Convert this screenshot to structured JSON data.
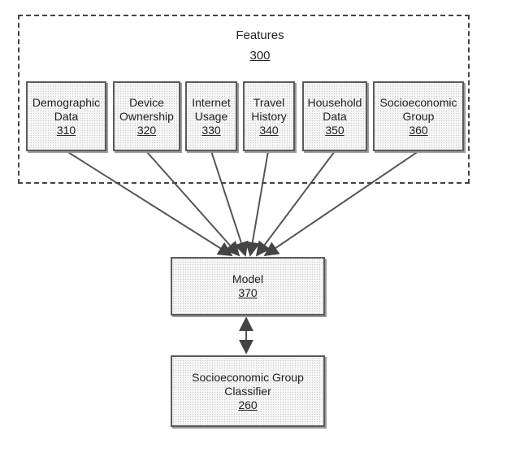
{
  "features": {
    "title": "Features",
    "ref": "300",
    "items": [
      {
        "lines": [
          "Demographic",
          "Data"
        ],
        "ref": "310"
      },
      {
        "lines": [
          "Device",
          "Ownership"
        ],
        "ref": "320"
      },
      {
        "lines": [
          "Internet",
          "Usage"
        ],
        "ref": "330"
      },
      {
        "lines": [
          "Travel",
          "History"
        ],
        "ref": "340"
      },
      {
        "lines": [
          "Household",
          "Data"
        ],
        "ref": "350"
      },
      {
        "lines": [
          "Socioeconomic",
          "Group"
        ],
        "ref": "360"
      }
    ]
  },
  "model": {
    "lines": [
      "Model"
    ],
    "ref": "370"
  },
  "classifier": {
    "lines": [
      "Socioeconomic Group",
      "Classifier"
    ],
    "ref": "260"
  },
  "colors": {
    "stroke": "#444444",
    "fill": "#f6f6f6"
  }
}
